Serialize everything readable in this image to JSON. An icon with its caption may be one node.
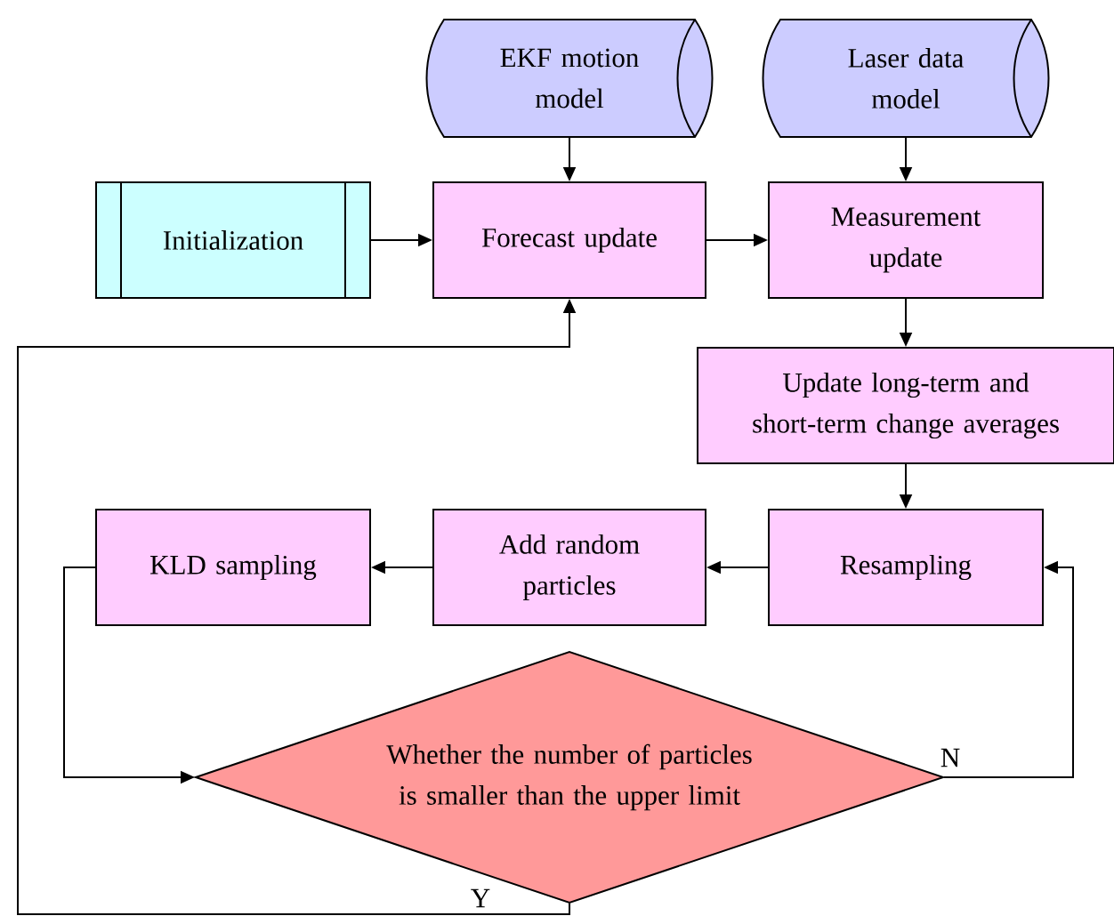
{
  "diagram": {
    "nodes": [
      {
        "text": [
          "EKF motion model"
        ]
      },
      {
        "text": [
          "Laser data model"
        ]
      },
      {
        "text": [
          "Initialization"
        ]
      },
      {
        "text": [
          "Forecast update"
        ]
      },
      {
        "text": [
          "Measurement update"
        ]
      },
      {
        "text": [
          "Update long-term and short-term change averages"
        ]
      },
      {
        "text": [
          "Resampling"
        ]
      },
      {
        "text": [
          "Add random particles"
        ]
      },
      {
        "text": [
          "KLD sampling"
        ]
      },
      {
        "text": [
          "Whether the number of particles is smaller than the upper limit"
        ]
      }
    ],
    "edges": [
      {
        "from": 0,
        "to": 3,
        "arrow": "to"
      },
      {
        "from": 1,
        "to": 4,
        "arrow": "to"
      },
      {
        "from": 2,
        "to": 3,
        "arrow": "to"
      },
      {
        "from": 3,
        "to": 4,
        "arrow": "to"
      },
      {
        "from": 4,
        "to": 5,
        "arrow": "to"
      },
      {
        "from": 5,
        "to": 6,
        "arrow": "to"
      },
      {
        "from": 6,
        "to": 7,
        "arrow": "to"
      },
      {
        "from": 7,
        "to": 8,
        "arrow": "to"
      },
      {
        "from": 8,
        "to": 9,
        "arrow": "to"
      },
      {
        "from": 9,
        "to": 6,
        "arrow": "to",
        "label": "N"
      },
      {
        "from": 9,
        "to": 3,
        "arrow": "to",
        "label": "Y"
      }
    ]
  }
}
